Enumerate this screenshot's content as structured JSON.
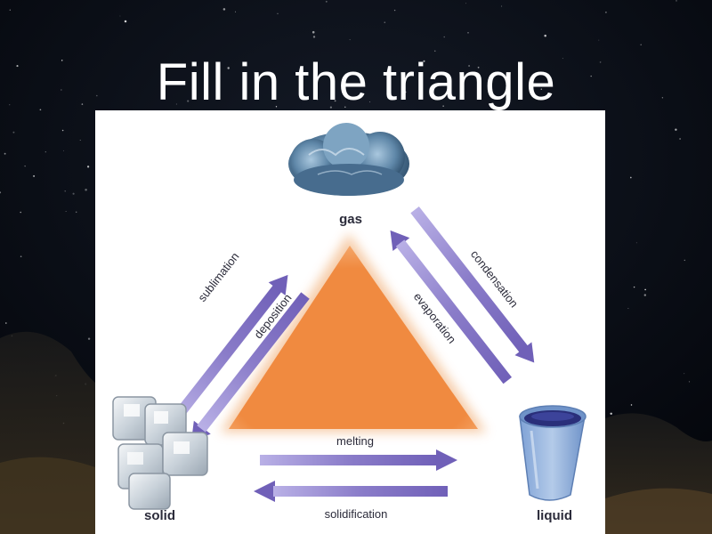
{
  "slide": {
    "title": "Fill in the triangle"
  },
  "diagram": {
    "states": {
      "gas": "gas",
      "solid": "solid",
      "liquid": "liquid"
    },
    "processes": {
      "sublimation": "sublimation",
      "deposition": "deposition",
      "condensation": "condensation",
      "evaporation": "evaporation",
      "melting": "melting",
      "solidification": "solidification"
    }
  },
  "colors": {
    "arrow": "#8a7cc9",
    "triangle": "#f0873f",
    "title": "#ffffff",
    "background": "#05070d"
  },
  "icons": {
    "gas": "cloud-icon",
    "solid": "ice-cubes-icon",
    "liquid": "water-cup-icon"
  }
}
